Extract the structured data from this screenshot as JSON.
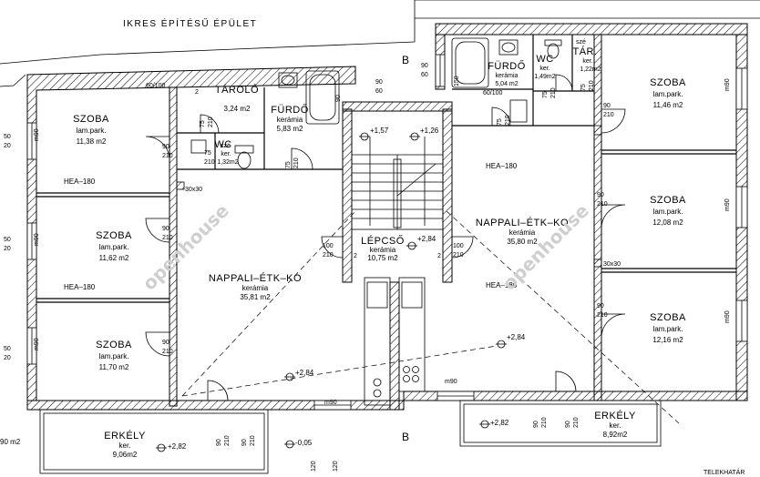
{
  "neighbor_label": "IKRES ÉPÍTÉSŰ ÉPÜLET",
  "section_marks": [
    "B",
    "B"
  ],
  "plot_label": "TELEKHATÁR",
  "hatch_label": "HEA–180",
  "hatch_label_right": "HEA–180",
  "watermark": "openhouse",
  "rooms": [
    {
      "name": "SZOBA",
      "material": "lam.park.",
      "area": "11,38 m2"
    },
    {
      "name": "SZOBA",
      "material": "lam.park.",
      "area": "11,62 m2"
    },
    {
      "name": "SZOBA",
      "material": "lam.park.",
      "area": "11,70 m2"
    },
    {
      "name": "TÁROLÓ",
      "material": "",
      "area": "3,24 m2"
    },
    {
      "name": "FÜRDŐ",
      "material": "kerámia",
      "area": "5,83 m2"
    },
    {
      "name": "WC",
      "material": "ker.",
      "area": "1,32m2"
    },
    {
      "name": "NAPPALI–ÉTK–KO",
      "material": "kerámia",
      "area": "35,81 m2"
    },
    {
      "name": "LÉPCSŐ",
      "material": "kerámia",
      "area": "10,75 m2"
    },
    {
      "name": "FÜRDŐ",
      "material": "kerámia",
      "area": "5,04 m2"
    },
    {
      "name": "WC",
      "material": "ker.",
      "area": "1,49m2"
    },
    {
      "name": "TÁR.",
      "material": "ker.",
      "area": "1,22m2"
    },
    {
      "name": "SZOBA",
      "material": "lam.park.",
      "area": "11,46 m2"
    },
    {
      "name": "SZOBA",
      "material": "lam.park.",
      "area": "12,08 m2"
    },
    {
      "name": "NAPPALI–ÉTK–KO",
      "material": "kerámia",
      "area": "35,80 m2"
    },
    {
      "name": "SZOBA",
      "material": "lam.park.",
      "area": "12,16 m2"
    },
    {
      "name": "ERKÉLY",
      "material": "ker.",
      "area": "9,06m2"
    },
    {
      "name": "ERKÉLY",
      "material": "ker.",
      "area": "8,92m2"
    }
  ],
  "door_labels": {
    "d90_210": [
      "90",
      "210"
    ],
    "d75_210": [
      "75",
      "210"
    ],
    "d100_210": [
      "100",
      "210"
    ],
    "w50_20": [
      "50",
      "20"
    ],
    "w60_100": "60/100",
    "w90_60": [
      "90",
      "60"
    ],
    "w90_150": [
      "90",
      "150"
    ],
    "w120_120": [
      "120",
      "120"
    ]
  },
  "levels": [
    "+1,57",
    "+1,26",
    "+2,84",
    "+2,84",
    "+2,84",
    "+2,82",
    "+2,82",
    "-0,05"
  ],
  "misc": [
    "30x30",
    "30x30",
    "m90",
    "m90",
    "szé",
    "szé",
    "2",
    "2",
    "2",
    "90 m2"
  ]
}
